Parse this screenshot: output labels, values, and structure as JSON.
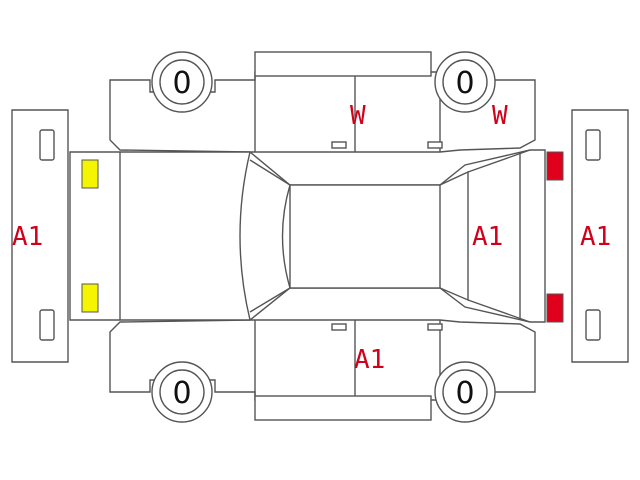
{
  "colors": {
    "damage_mark": "#d0021b",
    "front_lamp": "#f5f500",
    "rear_lamp": "#e0001b",
    "outline": "#555555"
  },
  "tires": {
    "front_left": "0",
    "rear_left": "0",
    "front_right": "0",
    "rear_right": "0"
  },
  "marks": {
    "front_bumper": "A1",
    "rear_bumper": "A1",
    "rear_glass": "A1",
    "right_door": "A1",
    "left_door": "W",
    "left_rear_fender": "W"
  },
  "lamps": {
    "front": [
      "front-lamp-top",
      "front-lamp-bottom"
    ],
    "rear": [
      "rear-lamp-top",
      "rear-lamp-bottom"
    ]
  }
}
